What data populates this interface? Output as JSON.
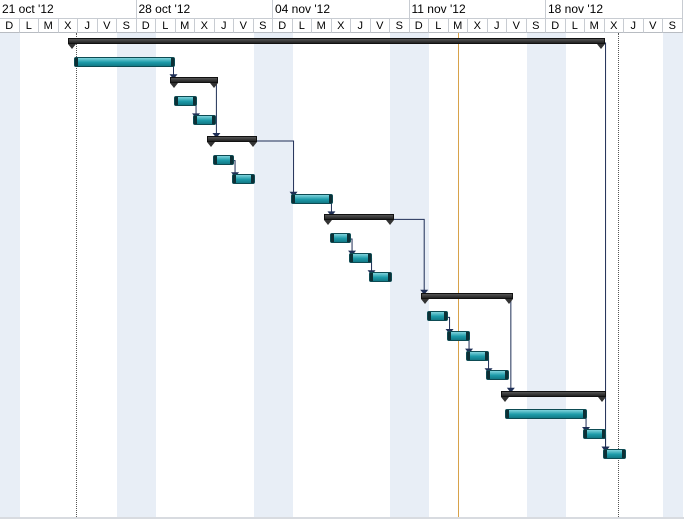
{
  "timescale": {
    "weeks": [
      "21 oct '12",
      "28 oct '12",
      "04 nov '12",
      "11 nov '12",
      "18 nov '12"
    ],
    "days": [
      "D",
      "L",
      "M",
      "X",
      "J",
      "V",
      "S",
      "D",
      "L",
      "M",
      "X",
      "J",
      "V",
      "S",
      "D",
      "L",
      "M",
      "X",
      "J",
      "V",
      "S",
      "D",
      "L",
      "M",
      "X",
      "J",
      "V",
      "S",
      "D",
      "L",
      "M",
      "X",
      "J",
      "V",
      "S"
    ]
  },
  "colors": {
    "weekend_shade": "#e8eef6",
    "task_fill": "#1c9aa8",
    "summary_fill": "#333333",
    "link_line": "#1f2f56",
    "today_line": "#d8a24a"
  },
  "bars": [
    {
      "kind": "summary",
      "start": 3.5,
      "end": 31.0
    },
    {
      "kind": "task",
      "start": 3.8,
      "end": 9.0
    },
    {
      "kind": "summary",
      "start": 8.7,
      "end": 11.2
    },
    {
      "kind": "task",
      "start": 8.9,
      "end": 10.1
    },
    {
      "kind": "task",
      "start": 9.9,
      "end": 11.1
    },
    {
      "kind": "summary",
      "start": 10.6,
      "end": 13.2
    },
    {
      "kind": "task",
      "start": 10.9,
      "end": 12.0
    },
    {
      "kind": "task",
      "start": 11.9,
      "end": 13.1
    },
    {
      "kind": "task",
      "start": 14.9,
      "end": 17.1
    },
    {
      "kind": "summary",
      "start": 16.6,
      "end": 20.2
    },
    {
      "kind": "task",
      "start": 16.9,
      "end": 18.0
    },
    {
      "kind": "task",
      "start": 17.9,
      "end": 19.1
    },
    {
      "kind": "task",
      "start": 18.9,
      "end": 20.1
    },
    {
      "kind": "summary",
      "start": 21.6,
      "end": 26.3
    },
    {
      "kind": "task",
      "start": 21.9,
      "end": 23.0
    },
    {
      "kind": "task",
      "start": 22.9,
      "end": 24.1
    },
    {
      "kind": "task",
      "start": 23.9,
      "end": 25.1
    },
    {
      "kind": "task",
      "start": 24.9,
      "end": 26.1
    },
    {
      "kind": "summary",
      "start": 25.7,
      "end": 31.1
    },
    {
      "kind": "task",
      "start": 25.9,
      "end": 30.1
    },
    {
      "kind": "task",
      "start": 29.9,
      "end": 31.1
    },
    {
      "kind": "task",
      "start": 30.9,
      "end": 32.1
    }
  ],
  "links": [
    [
      1,
      2
    ],
    [
      3,
      4
    ],
    [
      2,
      5
    ],
    [
      6,
      7
    ],
    [
      5,
      8
    ],
    [
      8,
      9
    ],
    [
      10,
      11
    ],
    [
      11,
      12
    ],
    [
      9,
      13
    ],
    [
      14,
      15
    ],
    [
      15,
      16
    ],
    [
      16,
      17
    ],
    [
      13,
      18
    ],
    [
      19,
      20
    ],
    [
      20,
      21
    ],
    [
      0,
      21
    ]
  ],
  "markers": {
    "project_start_day": 3.9,
    "project_end_day": 31.7,
    "today_day": 23.5
  }
}
